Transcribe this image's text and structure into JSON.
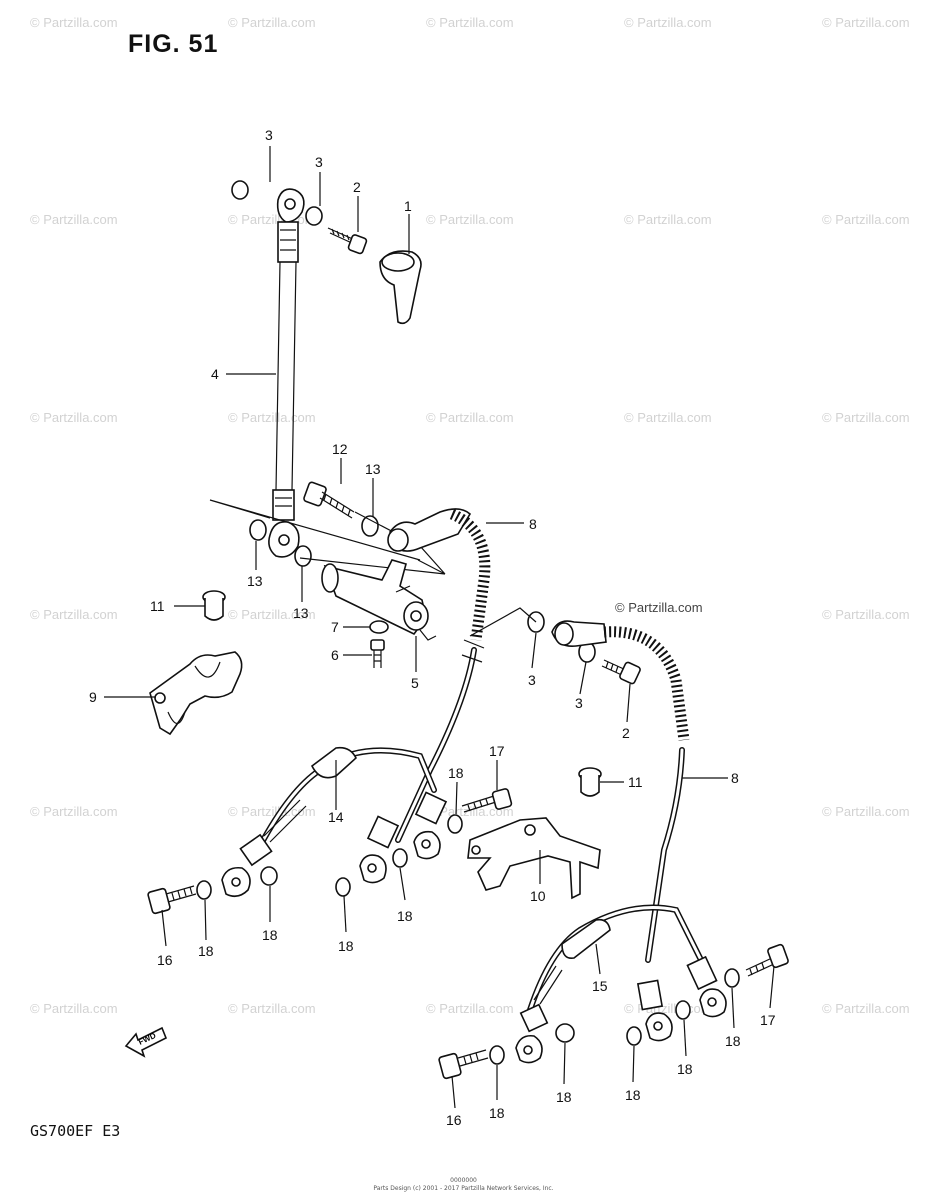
{
  "title": "FIG. 51",
  "model": "GS700EF  E3",
  "watermark": "© Partzilla.com",
  "watermark_plain": "© Partzilla.com",
  "footer_line1": "0000000",
  "footer_line2": "Parts Design (c) 2001 - 2017 Partzilla Network Services, Inc.",
  "fwd_label": "FWD",
  "callouts": [
    {
      "id": "c1",
      "label": "1"
    },
    {
      "id": "c2a",
      "label": "2"
    },
    {
      "id": "c3a",
      "label": "3"
    },
    {
      "id": "c3b",
      "label": "3"
    },
    {
      "id": "c4",
      "label": "4"
    },
    {
      "id": "c12",
      "label": "12"
    },
    {
      "id": "c13a",
      "label": "13"
    },
    {
      "id": "c8a",
      "label": "8"
    },
    {
      "id": "c13b",
      "label": "13"
    },
    {
      "id": "c13c",
      "label": "13"
    },
    {
      "id": "c11a",
      "label": "11"
    },
    {
      "id": "c7",
      "label": "7"
    },
    {
      "id": "c6",
      "label": "6"
    },
    {
      "id": "c5",
      "label": "5"
    },
    {
      "id": "c3c",
      "label": "3"
    },
    {
      "id": "c3d",
      "label": "3"
    },
    {
      "id": "c2b",
      "label": "2"
    },
    {
      "id": "c9",
      "label": "9"
    },
    {
      "id": "c17a",
      "label": "17"
    },
    {
      "id": "c18a",
      "label": "18"
    },
    {
      "id": "c11b",
      "label": "11"
    },
    {
      "id": "c8b",
      "label": "8"
    },
    {
      "id": "c14",
      "label": "14"
    },
    {
      "id": "c10",
      "label": "10"
    },
    {
      "id": "c18b",
      "label": "18"
    },
    {
      "id": "c18c",
      "label": "18"
    },
    {
      "id": "c18d",
      "label": "18"
    },
    {
      "id": "c16a",
      "label": "16"
    },
    {
      "id": "c18e",
      "label": "18"
    },
    {
      "id": "c15",
      "label": "15"
    },
    {
      "id": "c17b",
      "label": "17"
    },
    {
      "id": "c18f",
      "label": "18"
    },
    {
      "id": "c18g",
      "label": "18"
    },
    {
      "id": "c16b",
      "label": "16"
    },
    {
      "id": "c18h",
      "label": "18"
    },
    {
      "id": "c18i",
      "label": "18"
    },
    {
      "id": "c18j",
      "label": "18"
    }
  ]
}
